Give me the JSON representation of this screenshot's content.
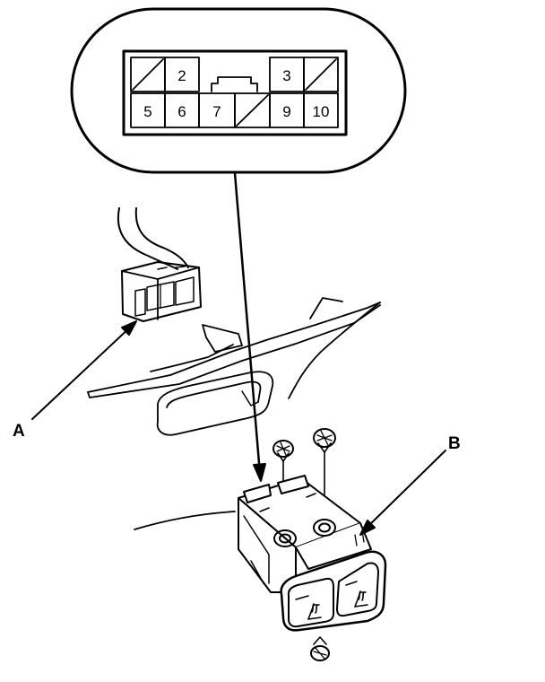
{
  "connector_view": {
    "pins_top": [
      "2",
      "3"
    ],
    "pins_bottom": [
      "5",
      "6",
      "7",
      "9",
      "10"
    ]
  },
  "callouts": {
    "a": "A",
    "b": "B"
  },
  "icons": [
    "seat-heater-icon"
  ],
  "colors": {
    "line": "#000000",
    "background": "#ffffff"
  }
}
